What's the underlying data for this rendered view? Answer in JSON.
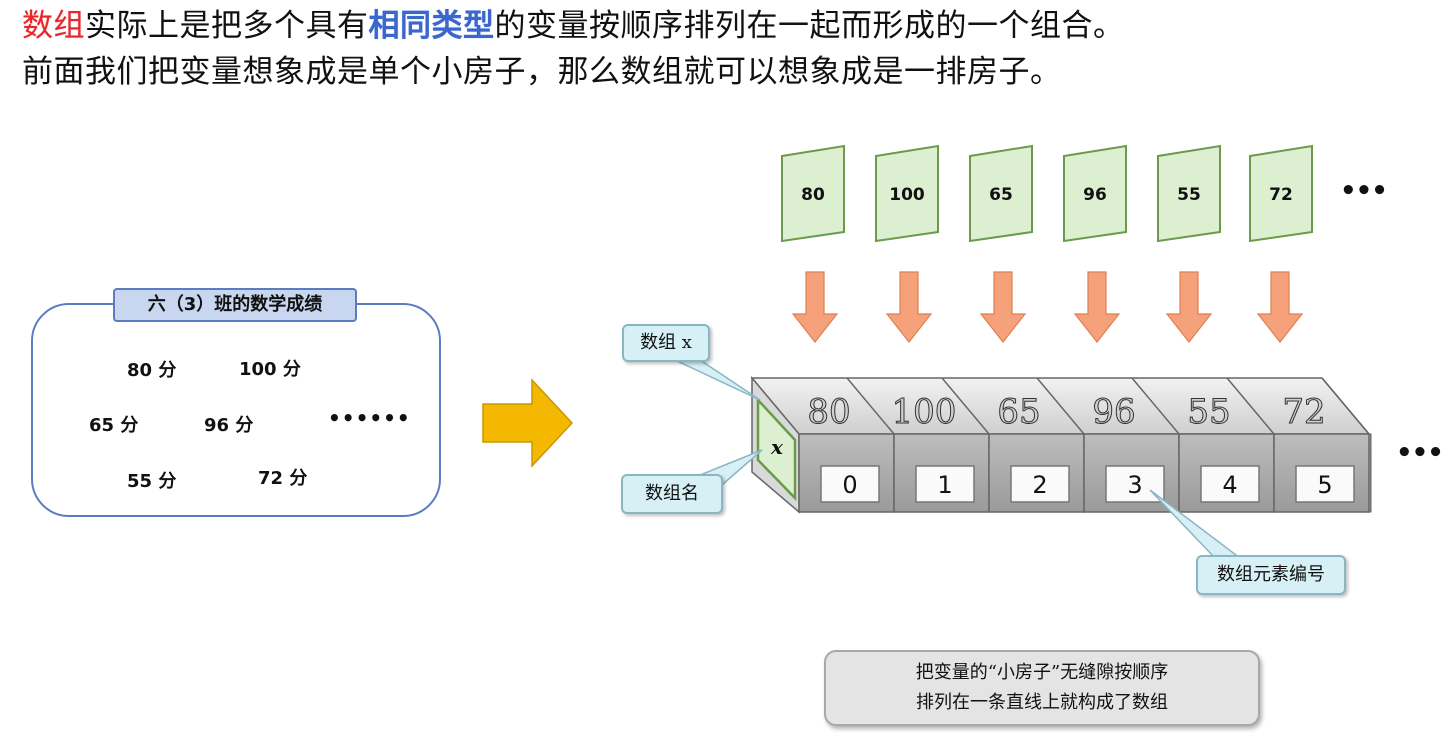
{
  "heading": {
    "line1_a": "数组",
    "line1_b": "实际上是把多个具有",
    "line1_c": "相同类型",
    "line1_d": "的变量按顺序排列在一起而形成的一个组合。",
    "line2": "前面我们把变量想象成是单个小房子，那么数组就可以想象成是一排房子。"
  },
  "panel": {
    "title": "六（3）班的数学成绩",
    "scores": [
      "80 分",
      "100 分",
      "65 分",
      "96 分",
      "55 分",
      "72 分"
    ],
    "ellipsis": "••••••"
  },
  "cards": [
    "80",
    "100",
    "65",
    "96",
    "55",
    "72"
  ],
  "cards_more": "•••",
  "array": {
    "name_letter": "x",
    "values": [
      "80",
      "100",
      "65",
      "96",
      "55",
      "72"
    ],
    "indices": [
      "0",
      "1",
      "2",
      "3",
      "4",
      "5"
    ],
    "more": "•••"
  },
  "callouts": {
    "array_x": "数组 x",
    "array_name": "数组名",
    "element_index": "数组元素编号"
  },
  "note": {
    "line1": "把变量的“小房子”无缝隙按顺序",
    "line2": "排列在一条直线上就构成了数组"
  },
  "colors": {
    "highlight_red": "#e8262b",
    "highlight_blue": "#3a67c9",
    "card_fill": "#dcefd0",
    "card_border": "#6a9a4a",
    "down_arrow": "#f5a27a",
    "right_arrow": "#f5b800",
    "callout_fill": "#d6f0f6"
  }
}
